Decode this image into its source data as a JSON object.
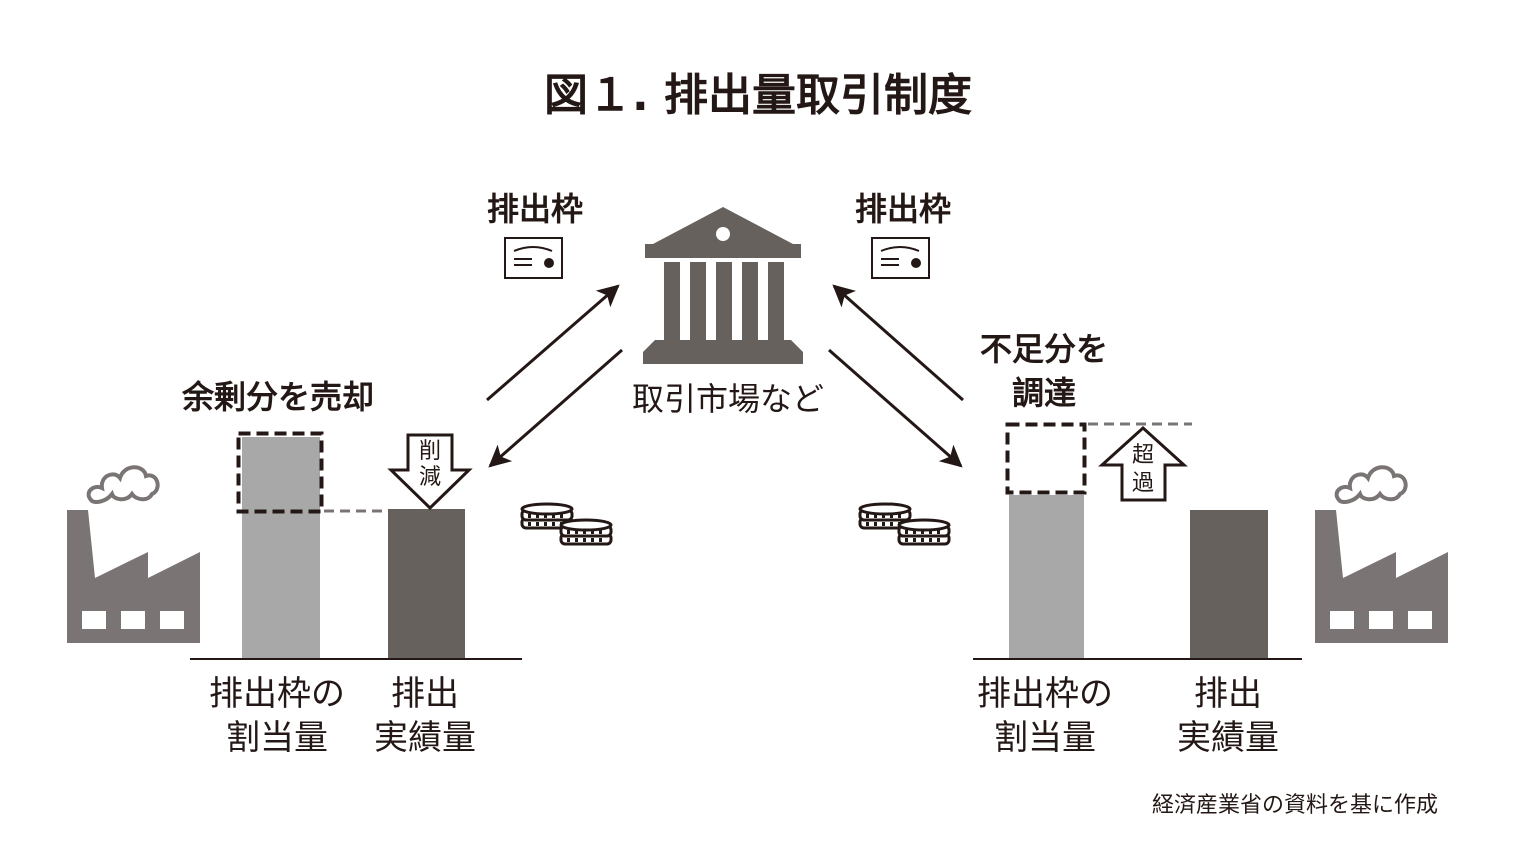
{
  "title": "図１. 排出量取引制度",
  "market": {
    "label": "取引市場など",
    "left_permit_label": "排出枠",
    "right_permit_label": "排出枠"
  },
  "left": {
    "heading": "余剰分を売却",
    "reduction_label_1": "削",
    "reduction_label_2": "減",
    "bar1_label_1": "排出枠の",
    "bar1_label_2": "割当量",
    "bar2_label_1": "排出",
    "bar2_label_2": "実績量"
  },
  "right": {
    "heading_1": "不足分を",
    "heading_2": "調達",
    "excess_label_1": "超",
    "excess_label_2": "過",
    "bar1_label_1": "排出枠の",
    "bar1_label_2": "割当量",
    "bar2_label_1": "排出",
    "bar2_label_2": "実績量"
  },
  "source": "経済産業省の資料を基に作成",
  "colors": {
    "text": "#231815",
    "allocation_bar": "#a8a8a8",
    "actual_bar": "#66615d",
    "icon": "#66615d",
    "factory": "#7a7574"
  }
}
